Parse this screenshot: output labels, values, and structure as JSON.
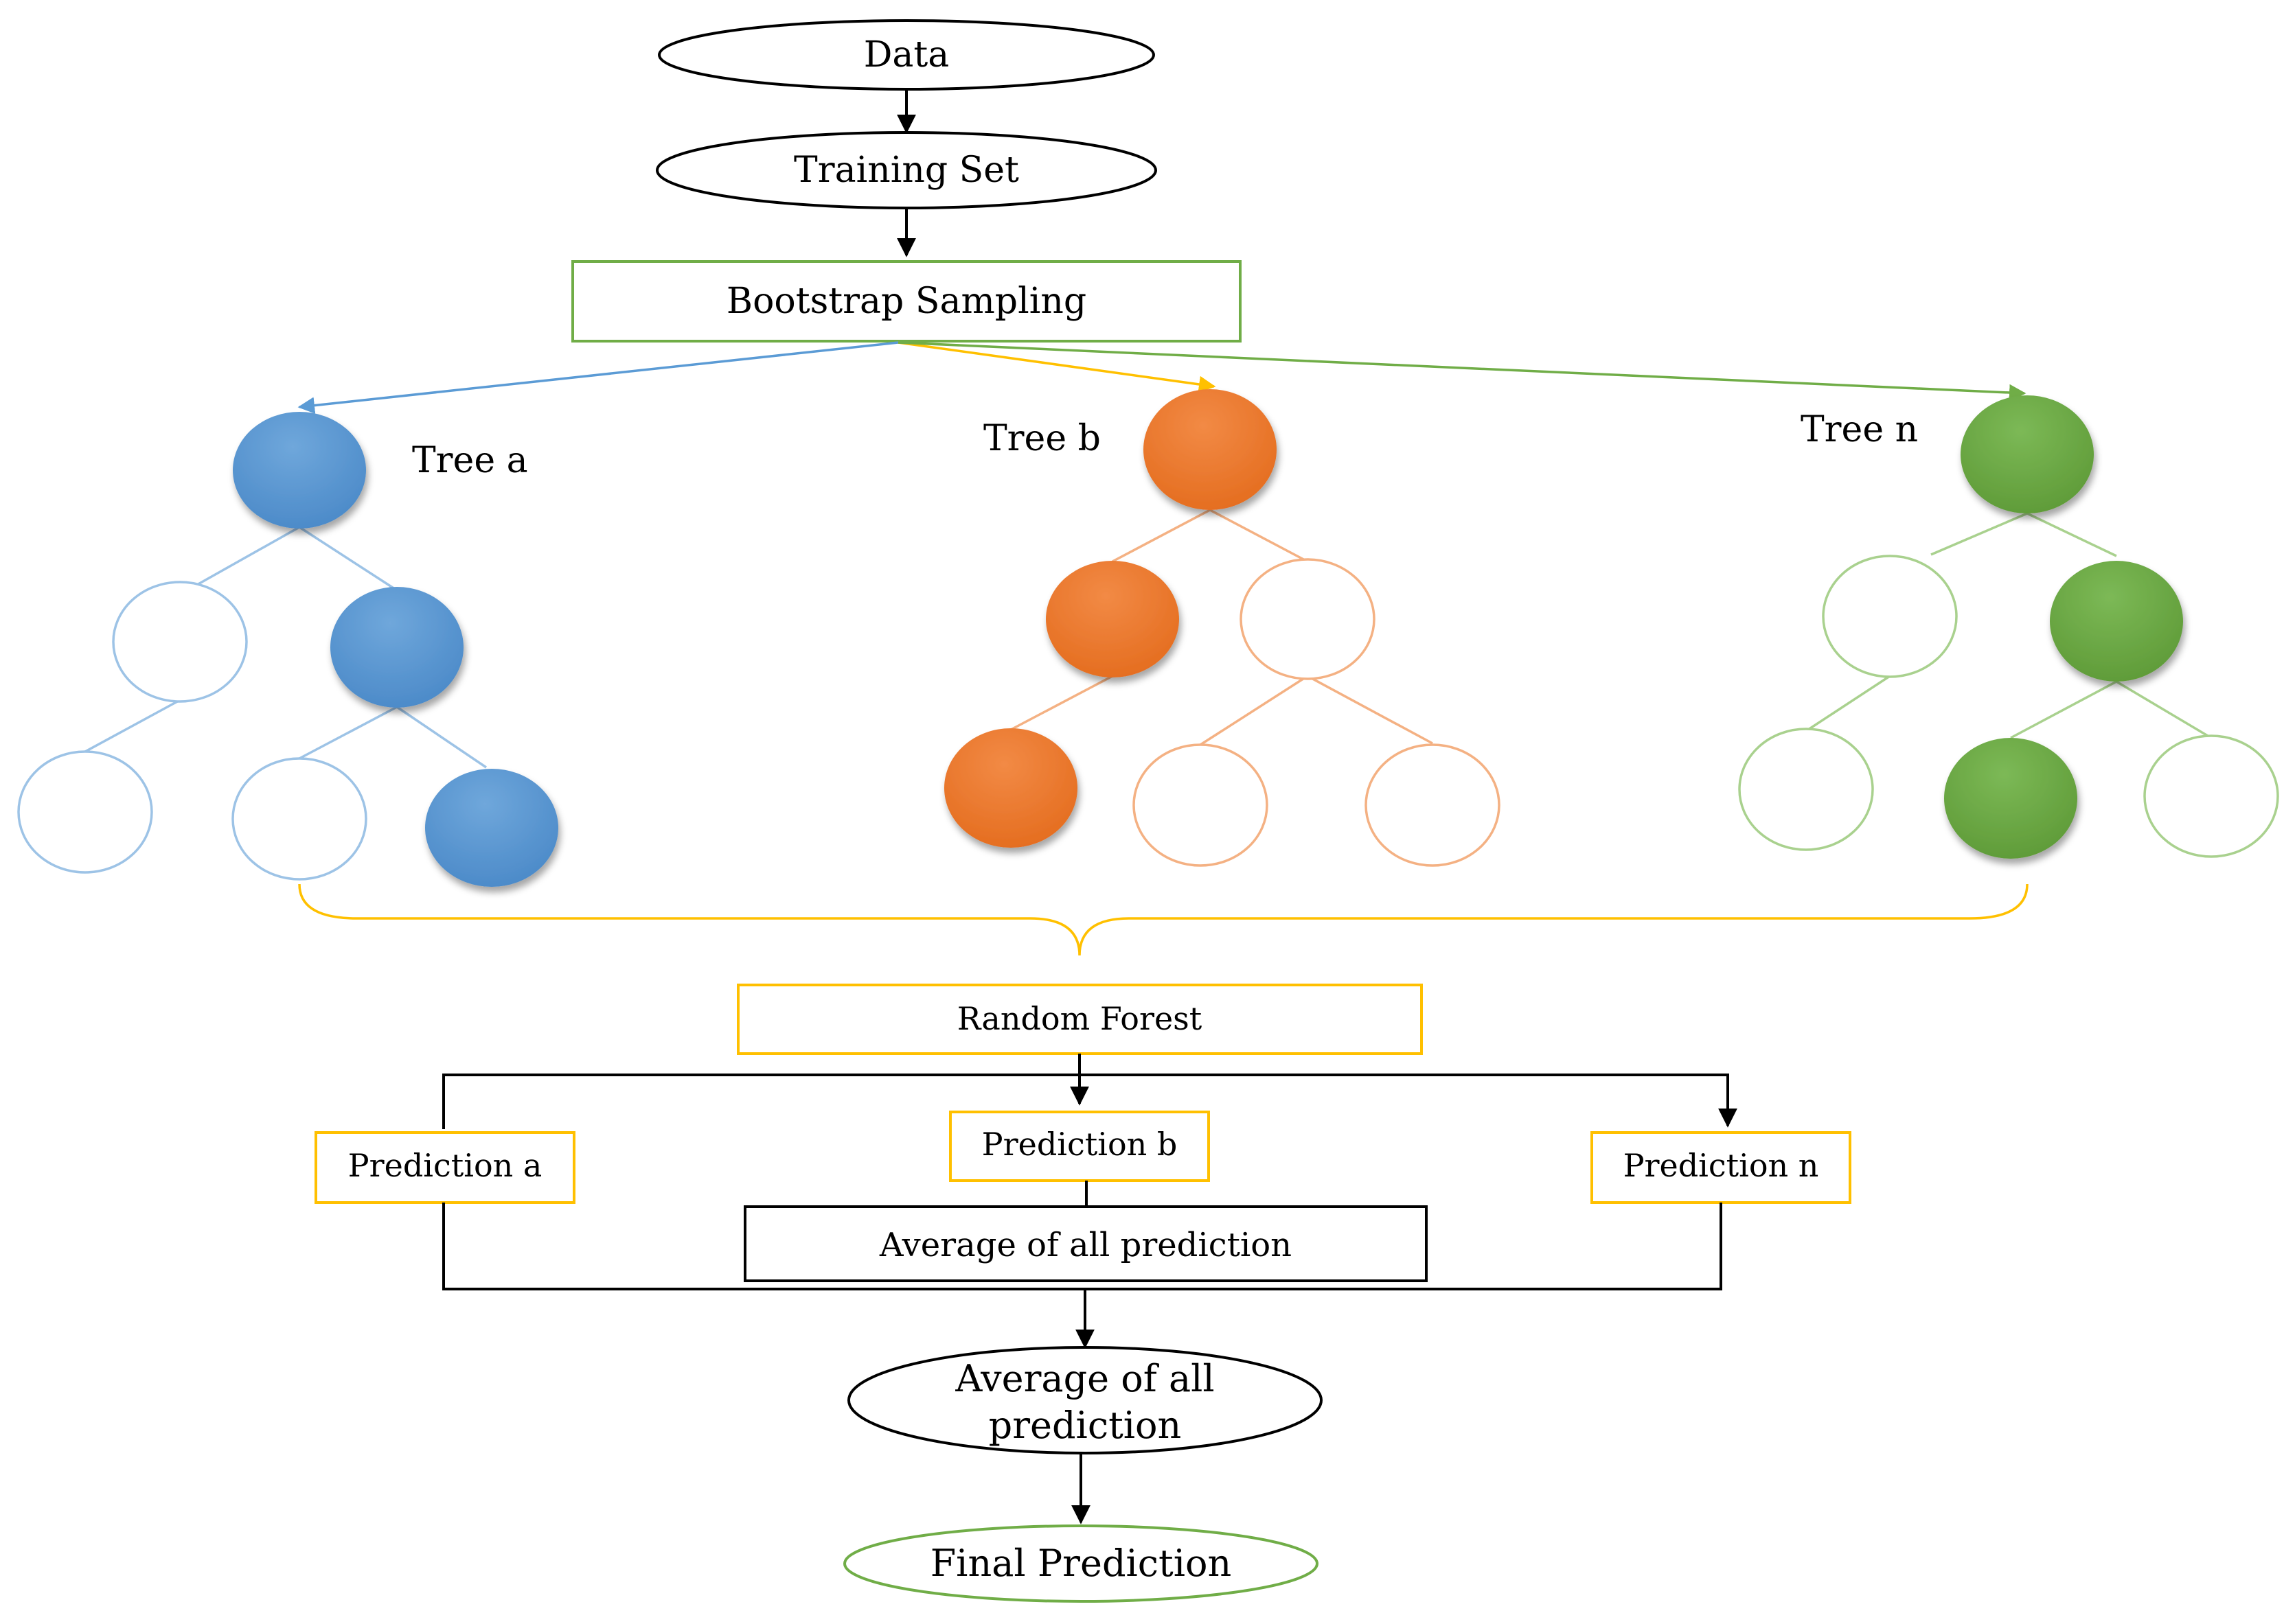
{
  "nodes": {
    "data": "Data",
    "training_set": "Training Set",
    "bootstrap": "Bootstrap Sampling",
    "random_forest": "Random Forest",
    "average_box": "Average of all prediction",
    "average_ellipse_line1": "Average of all",
    "average_ellipse_line2": "prediction",
    "final": "Final Prediction"
  },
  "trees": [
    {
      "label": "Tree a",
      "color": "#5B9BD5",
      "edge_color": "#9DC3E6"
    },
    {
      "label": "Tree b",
      "color": "#ED7D31",
      "edge_color": "#F4B183"
    },
    {
      "label": "Tree n",
      "color": "#70AD47",
      "edge_color": "#A9D18E"
    }
  ],
  "predictions": [
    "Prediction a",
    "Prediction b",
    "Prediction n"
  ],
  "colors": {
    "bootstrap_border": "#70AD47",
    "brace": "#FFC000",
    "random_forest_border": "#FFC000",
    "prediction_border": "#FFC000",
    "final_border": "#70AD47",
    "arrow_to_tree_a": "#5B9BD5",
    "arrow_to_tree_b": "#FFC000",
    "arrow_to_tree_n": "#70AD47"
  }
}
